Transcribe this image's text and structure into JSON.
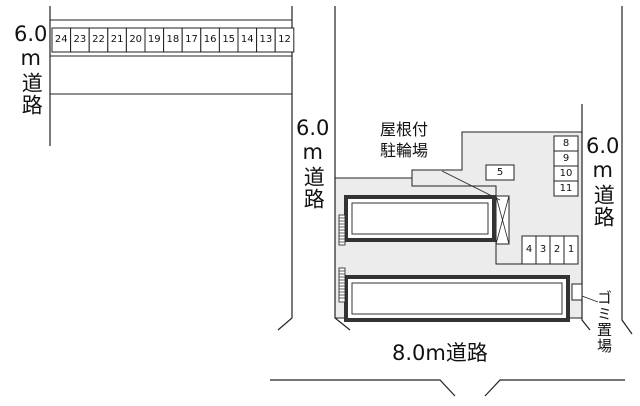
{
  "roads": {
    "left_width": "6.0",
    "left_unit": "m",
    "left_label": "道路",
    "center_width": "6.0",
    "center_unit": "m",
    "center_label": "道路",
    "right_width": "6.0",
    "right_unit": "m",
    "right_label": "道路",
    "bottom_label": "8.0m道路"
  },
  "bicycle_parking": {
    "line1": "屋根付",
    "line2": "駐輪場"
  },
  "garbage": {
    "label": "ゴミ置場"
  },
  "parking_lot_top": [
    "24",
    "23",
    "22",
    "21",
    "20",
    "19",
    "18",
    "17",
    "16",
    "15",
    "14",
    "13",
    "12"
  ],
  "parking_lot_site": {
    "stall_5": "5",
    "right_column": [
      "8",
      "9",
      "10",
      "11"
    ],
    "bottom_row": [
      "4",
      "3",
      "2",
      "1"
    ]
  },
  "colors": {
    "site_fill": "#ececec",
    "line": "#222222",
    "building_border": "#333333"
  }
}
